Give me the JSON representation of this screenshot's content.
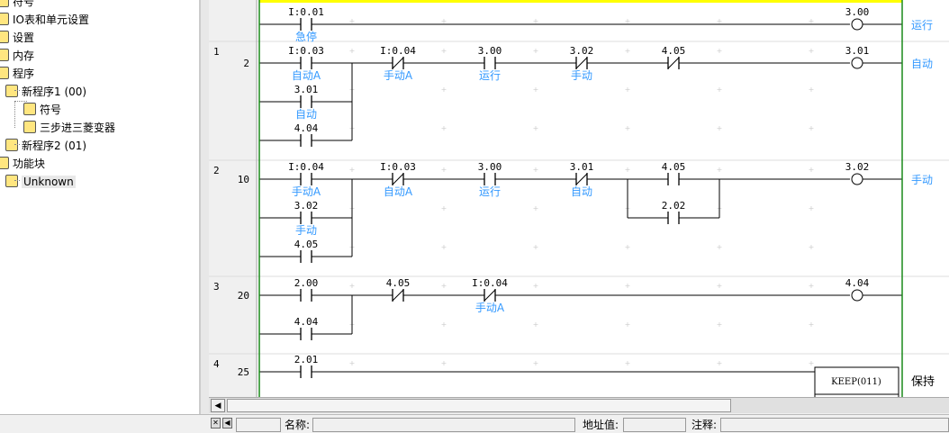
{
  "tree": {
    "items": [
      {
        "label": "符号",
        "icon": "symbol-icon"
      },
      {
        "label": "IO表和单元设置",
        "icon": "io-table-icon"
      },
      {
        "label": "设置",
        "icon": "settings-icon"
      },
      {
        "label": "内存",
        "icon": "memory-icon"
      },
      {
        "label": "程序",
        "icon": "programs-icon"
      },
      {
        "label": "新程序1 (00)",
        "icon": "program-icon"
      },
      {
        "label": "符号",
        "icon": "local-symbol-icon"
      },
      {
        "label": "三步进三菱变器",
        "icon": "section-icon"
      },
      {
        "label": "新程序2 (01)",
        "icon": "program-icon"
      },
      {
        "label": "功能块",
        "icon": "function-block-icon"
      },
      {
        "label": "Unknown",
        "icon": "fb-instance-icon"
      }
    ]
  },
  "ladder": {
    "colors": {
      "rail": "#1a8a1a",
      "comment": "#3399ff",
      "top_highlight": "#ffff00"
    },
    "rungs": [
      {
        "num": "",
        "step": "",
        "coil": {
          "addr": "3.00",
          "comment": "运行"
        },
        "contacts": [
          {
            "addr": "I:0.01",
            "comment": "急停",
            "type": "NO",
            "col": 0,
            "row": 0
          }
        ]
      },
      {
        "num": "1",
        "step": "2",
        "coil": {
          "addr": "3.01",
          "comment": "自动"
        },
        "contacts": [
          {
            "addr": "I:0.03",
            "comment": "自动A",
            "type": "NO",
            "col": 0,
            "row": 0
          },
          {
            "addr": "I:0.04",
            "comment": "手动A",
            "type": "NC",
            "col": 1,
            "row": 0
          },
          {
            "addr": "3.00",
            "comment": "运行",
            "type": "NO",
            "col": 2,
            "row": 0
          },
          {
            "addr": "3.02",
            "comment": "手动",
            "type": "NC",
            "col": 3,
            "row": 0
          },
          {
            "addr": "4.05",
            "comment": "",
            "type": "NC",
            "col": 4,
            "row": 0
          },
          {
            "addr": "3.01",
            "comment": "自动",
            "type": "NO",
            "col": 0,
            "row": 1
          },
          {
            "addr": "4.04",
            "comment": "",
            "type": "NO",
            "col": 0,
            "row": 2
          }
        ]
      },
      {
        "num": "2",
        "step": "10",
        "coil": {
          "addr": "3.02",
          "comment": "手动"
        },
        "contacts": [
          {
            "addr": "I:0.04",
            "comment": "手动A",
            "type": "NO",
            "col": 0,
            "row": 0
          },
          {
            "addr": "I:0.03",
            "comment": "自动A",
            "type": "NC",
            "col": 1,
            "row": 0
          },
          {
            "addr": "3.00",
            "comment": "运行",
            "type": "NO",
            "col": 2,
            "row": 0
          },
          {
            "addr": "3.01",
            "comment": "自动",
            "type": "NC",
            "col": 3,
            "row": 0
          },
          {
            "addr": "4.05",
            "comment": "",
            "type": "NO",
            "col": 4,
            "row": 0
          },
          {
            "addr": "3.02",
            "comment": "手动",
            "type": "NO",
            "col": 0,
            "row": 1
          },
          {
            "addr": "4.05",
            "comment": "",
            "type": "NO",
            "col": 0,
            "row": 2
          },
          {
            "addr": "2.02",
            "comment": "",
            "type": "NO",
            "col": 4,
            "row": 1
          }
        ]
      },
      {
        "num": "3",
        "step": "20",
        "coil": {
          "addr": "4.04",
          "comment": ""
        },
        "contacts": [
          {
            "addr": "2.00",
            "comment": "",
            "type": "NO",
            "col": 0,
            "row": 0
          },
          {
            "addr": "4.05",
            "comment": "",
            "type": "NC",
            "col": 1,
            "row": 0
          },
          {
            "addr": "I:0.04",
            "comment": "手动A",
            "type": "NC",
            "col": 2,
            "row": 0
          },
          {
            "addr": "4.04",
            "comment": "",
            "type": "NO",
            "col": 0,
            "row": 1
          }
        ]
      },
      {
        "num": "4",
        "step": "25",
        "box": {
          "label": "KEEP(011)",
          "comment": "保持"
        },
        "contacts": [
          {
            "addr": "2.01",
            "comment": "",
            "type": "NO",
            "col": 0,
            "row": 0
          }
        ]
      }
    ]
  },
  "status": {
    "name_label": "名称:",
    "address_label": "地址值:",
    "comment_label": "注释:"
  }
}
